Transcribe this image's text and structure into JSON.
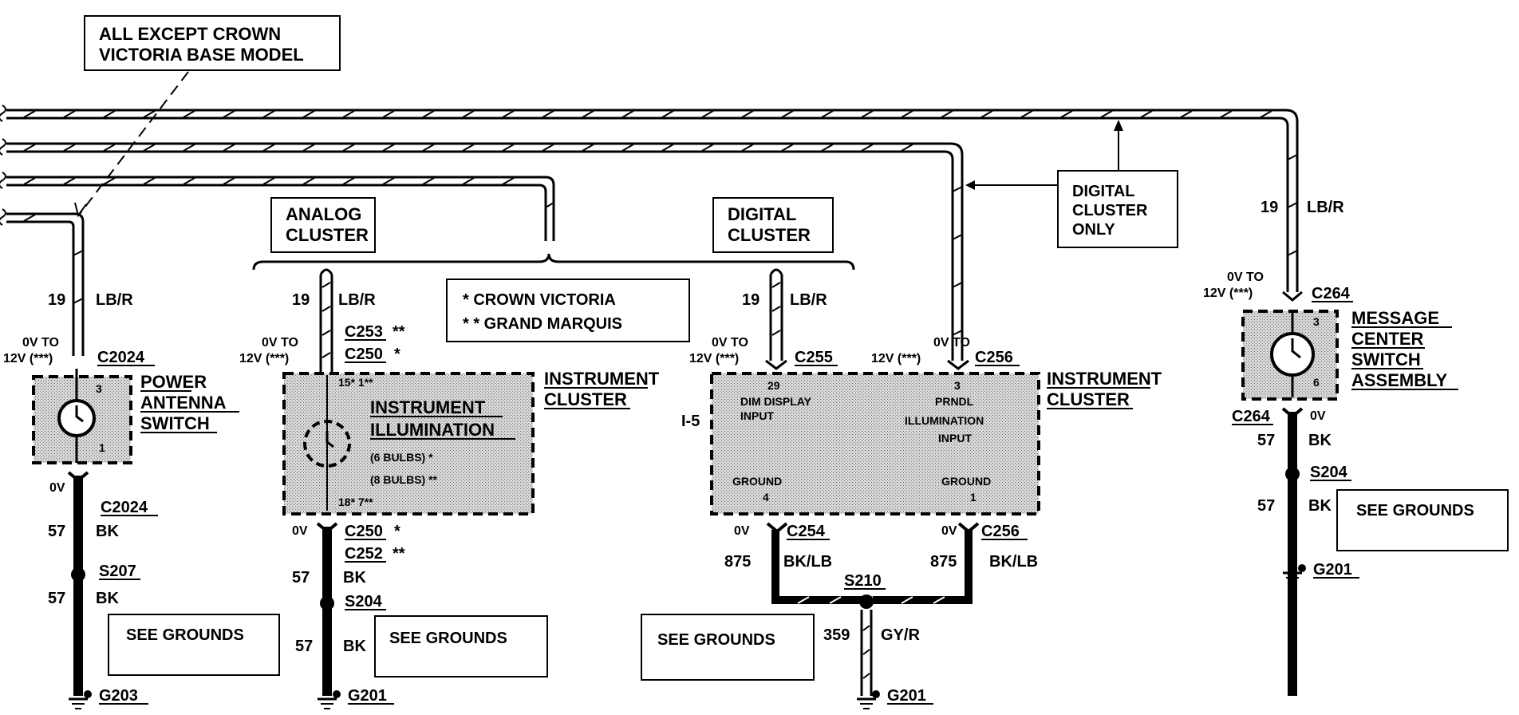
{
  "notes": {
    "all_except": [
      "ALL   EXCEPT   CROWN",
      "VICTORIA BASE MODEL"
    ],
    "digital_only": [
      "DIGITAL",
      "CLUSTER",
      "ONLY"
    ],
    "analog": [
      "ANALOG",
      "CLUSTER"
    ],
    "digital": [
      "DIGITAL",
      "CLUSTER"
    ],
    "legend_1": "*    CROWN VICTORIA",
    "legend_2": "* *  GRAND MARQUIS"
  },
  "common": {
    "wire_19": "19",
    "color_lbr": "LB/R",
    "volt_range": "0V TO",
    "volt_range_2": "12V (***)",
    "zero_v": "0V",
    "wire_57": "57",
    "color_bk": "BK",
    "wire_875": "875",
    "color_bklb": "BK/LB",
    "wire_359": "359",
    "color_gyr": "GY/R",
    "see_grounds": "SEE GROUNDS",
    "g201": "G201",
    "g203": "G203",
    "s204": "S204",
    "s207": "S207",
    "s210": "S210"
  },
  "power_antenna": {
    "connector": "C2024",
    "label": [
      "POWER",
      "ANTENNA",
      "SWITCH"
    ],
    "pin_top": "3",
    "pin_bot": "1"
  },
  "analog_cluster": {
    "c253": "C253",
    "c253_mark": "**",
    "c250": "C250",
    "c250_mark": "*",
    "c252": "C252",
    "c252_mark": "**",
    "pins_top": "15*    1**",
    "pins_bot": "18*    7**",
    "title": [
      "INSTRUMENT",
      "ILLUMINATION"
    ],
    "bulbs_1": "(6 BULBS) *",
    "bulbs_2": "(8 BULBS) **",
    "side": [
      "INSTRUMENT",
      "CLUSTER"
    ]
  },
  "digital_cluster": {
    "c255": "C255",
    "c256": "C256",
    "c254": "C254",
    "pin_29": "29",
    "pin_3": "3",
    "pin_4": "4",
    "pin_1": "1",
    "dim": [
      "DIM DISPLAY",
      "INPUT"
    ],
    "prndl": [
      "PRNDL",
      "ILLUMINATION",
      "INPUT"
    ],
    "ground": "GROUND",
    "ref": "I-5",
    "side": [
      "INSTRUMENT",
      "CLUSTER"
    ]
  },
  "message_center": {
    "c264": "C264",
    "pin_3": "3",
    "pin_6": "6",
    "label": [
      "MESSAGE",
      "CENTER",
      "SWITCH",
      "ASSEMBLY"
    ]
  }
}
